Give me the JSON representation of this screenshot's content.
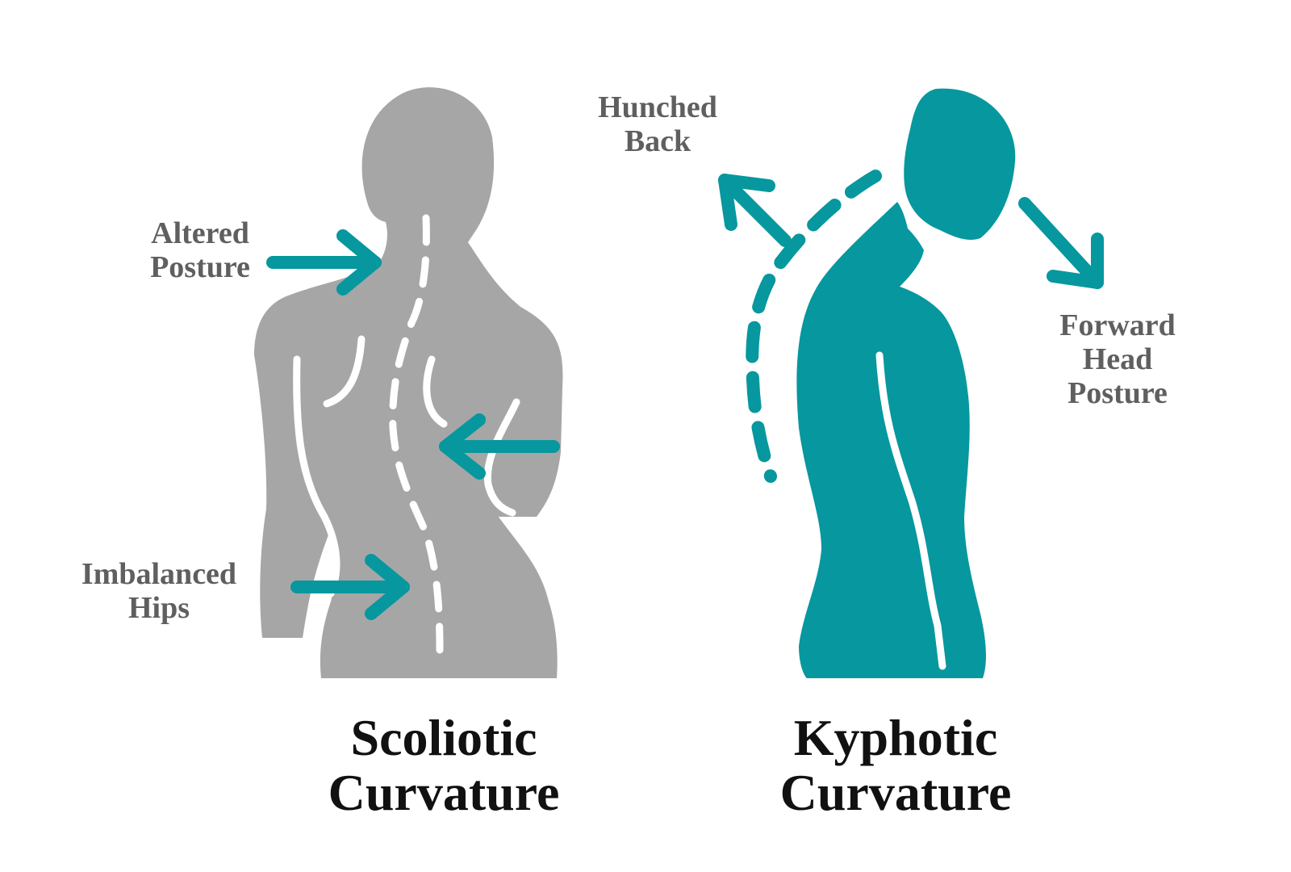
{
  "colors": {
    "figure_gray": "#a6a6a6",
    "accent_teal": "#07979e",
    "label_gray": "#5f5f5f",
    "title_black": "#111111",
    "background": "#ffffff"
  },
  "scoliotic": {
    "title_line1": "Scoliotic",
    "title_line2": "Curvature",
    "labels": {
      "altered_posture_line1": "Altered",
      "altered_posture_line2": "Posture",
      "imbalanced_hips_line1": "Imbalanced",
      "imbalanced_hips_line2": "Hips"
    }
  },
  "kyphotic": {
    "title_line1": "Kyphotic",
    "title_line2": "Curvature",
    "labels": {
      "hunched_back_line1": "Hunched",
      "hunched_back_line2": "Back",
      "forward_head_line1": "Forward",
      "forward_head_line2": "Head",
      "forward_head_line3": "Posture"
    }
  }
}
